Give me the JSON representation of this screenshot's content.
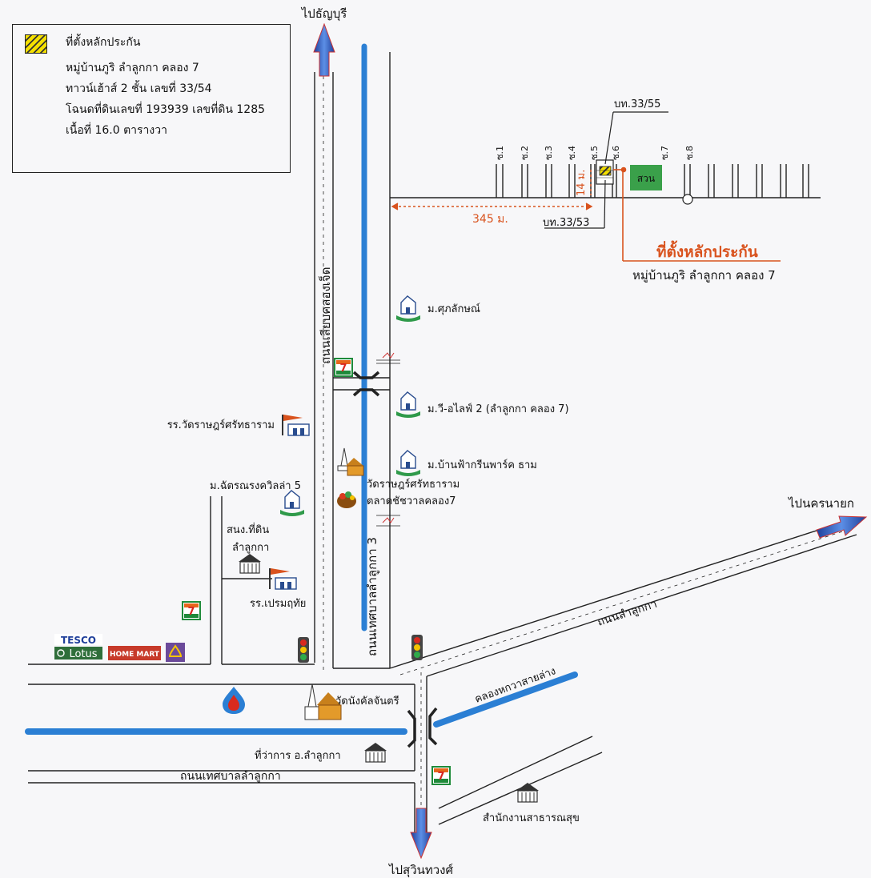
{
  "legend": {
    "title": "ที่ตั้งหลักประกัน",
    "lines": [
      "หมู่บ้านภูริ ลำลูกกา คลอง 7",
      "ทาวน์เฮ้าส์ 2 ชั้น เลขที่ 33/54",
      "โฉนดที่ดินเลขที่ 193939 เลขที่ดิน 1285",
      "เนื้อที่ 16.0 ตารางวา"
    ],
    "swatch_colors": [
      "#f5e000",
      "#333333"
    ]
  },
  "directions": {
    "north": "ไปธัญบุรี",
    "south": "ไปสุวินทวงศ์",
    "east": "ไปนครนายก"
  },
  "roads": {
    "vertical_main": "ถนนเลียบคลองเจ็ด",
    "vertical_canal_road": "ถนนเทศบาลลำลูกกา 3",
    "diagonal": "ถนนลำลูกกา",
    "bottom": "ถนนเทศบาลลำลูกกา",
    "canal_diagonal": "คลองหกวาสายล่าง"
  },
  "soi_labels": [
    "ซ.1",
    "ซ.2",
    "ซ.3",
    "ซ.4",
    "ซ.5",
    "ซ.6",
    "ซ.7",
    "ซ.8"
  ],
  "site": {
    "house_above": "บท.33/55",
    "house_below": "บท.33/53",
    "distance": "345 ม.",
    "depth": "14 ม.",
    "garden": "สวน",
    "title": "ที่ตั้งหลักประกัน",
    "subtitle": "หมู่บ้านภูริ ลำลูกกา คลอง 7"
  },
  "places": {
    "suphalak": "ม.ศุภลักษณ์",
    "v_life": "ม.วี-อไลฟ์ 2 (ลำลูกกา คลอง 7)",
    "fah_green": "ม.บ้านฟ้ากรีนพาร์ค ธาม",
    "school_rat": "รร.วัดราษฎร์ศรัทธาราม",
    "chatron": "ม.ฉัตรณรงควิลล่า 5",
    "land_office": "สนง.ที่ดิน",
    "land_office_2": "ลำลูกกา",
    "school_prem": "รร.เปรมฤทัย",
    "wat_rat": "วัดราษฎร์ศรัทธาราม",
    "market": "ตลาดชัชวาลคลอง7",
    "wat_nang": "วัดนังคัลจันตรี",
    "district_office": "ที่ว่าการ อ.ลำลูกกา",
    "health_office": "สำนักงานสาธารณสุข",
    "seven": "7",
    "tesco": "TESCO",
    "lotus": "Lotus",
    "homemart": "HOME MART"
  },
  "colors": {
    "canal": "#2b7fd4",
    "site_marker": "#d9531e",
    "garden": "#3aa04a",
    "arrow_blue": "#3a6fcf",
    "seven_green": "#1f8a3a",
    "seven_orange": "#e7661c"
  }
}
